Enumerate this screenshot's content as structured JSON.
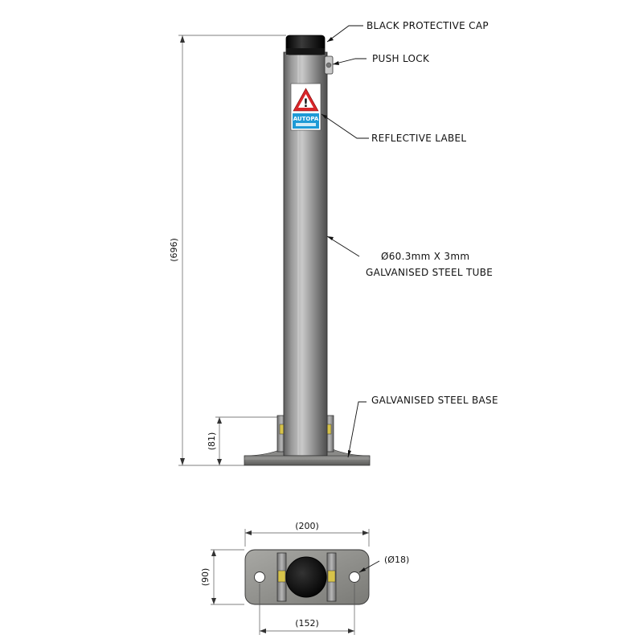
{
  "labels": {
    "cap": "BLACK PROTECTIVE CAP",
    "lock": "PUSH LOCK",
    "reflective": "REFLECTIVE LABEL",
    "tube_line1": "Ø60.3mm X 3mm",
    "tube_line2": "GALVANISED STEEL TUBE",
    "base": "GALVANISED STEEL BASE"
  },
  "dimensions": {
    "overall_height": "(696)",
    "base_height": "(81)",
    "base_width": "(200)",
    "base_depth": "(90)",
    "hole_diameter": "(Ø18)",
    "hole_spacing": "(152)"
  },
  "warning_label": {
    "brand": "AUTOPA",
    "symbol": "!"
  },
  "colors": {
    "tube": "#8a8a8a",
    "cap": "#111111",
    "base": "#7a7a78",
    "warning_red": "#d8262a",
    "label_blue": "#1e9ad6"
  }
}
